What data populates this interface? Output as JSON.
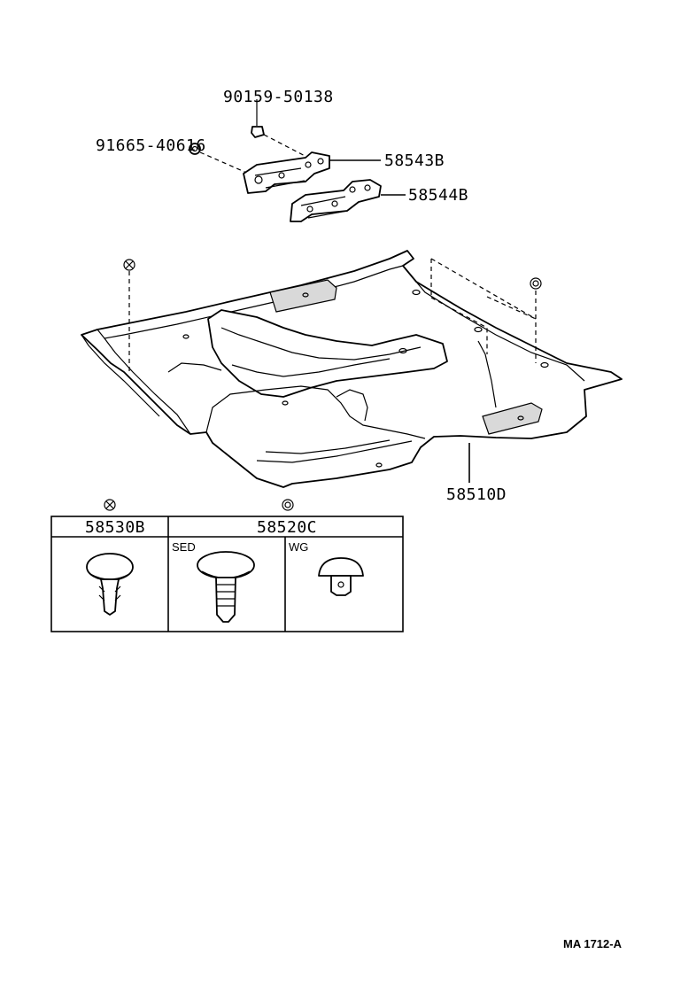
{
  "parts": {
    "bolt": "90159-50138",
    "nut": "91665-40616",
    "bracket_upper": "58543B",
    "bracket_lower": "58544B",
    "floor_carpet": "58510D"
  },
  "table": {
    "col1_header": "58530B",
    "col2_header": "58520C",
    "sub_sed": "SED",
    "sub_wg": "WG"
  },
  "drawing_code": "MA 1712-A"
}
